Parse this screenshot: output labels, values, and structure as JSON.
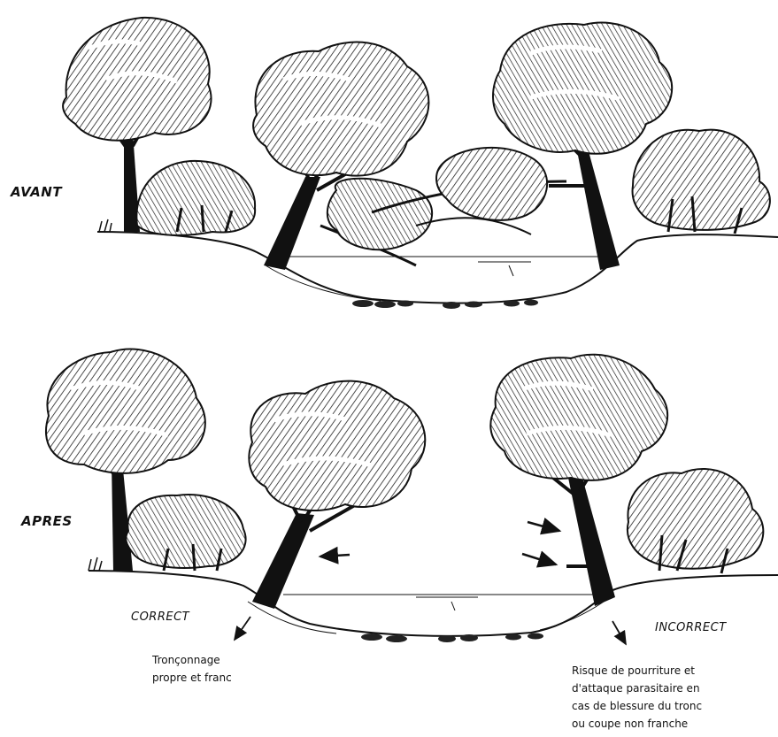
{
  "labels": {
    "avant": "AVANT",
    "apres": "APRES",
    "correct": "CORRECT",
    "incorrect": "INCORRECT"
  },
  "notes": {
    "correct_lines": [
      "Tronçonnage",
      "propre et franc"
    ],
    "incorrect_lines": [
      "Risque de pourriture et",
      "d'attaque parasitaire en",
      "cas de blessure du tronc",
      "ou coupe non franche"
    ]
  },
  "colors": {
    "ink": "#111111",
    "paper": "#ffffff",
    "shade": "#cfcfcf"
  }
}
